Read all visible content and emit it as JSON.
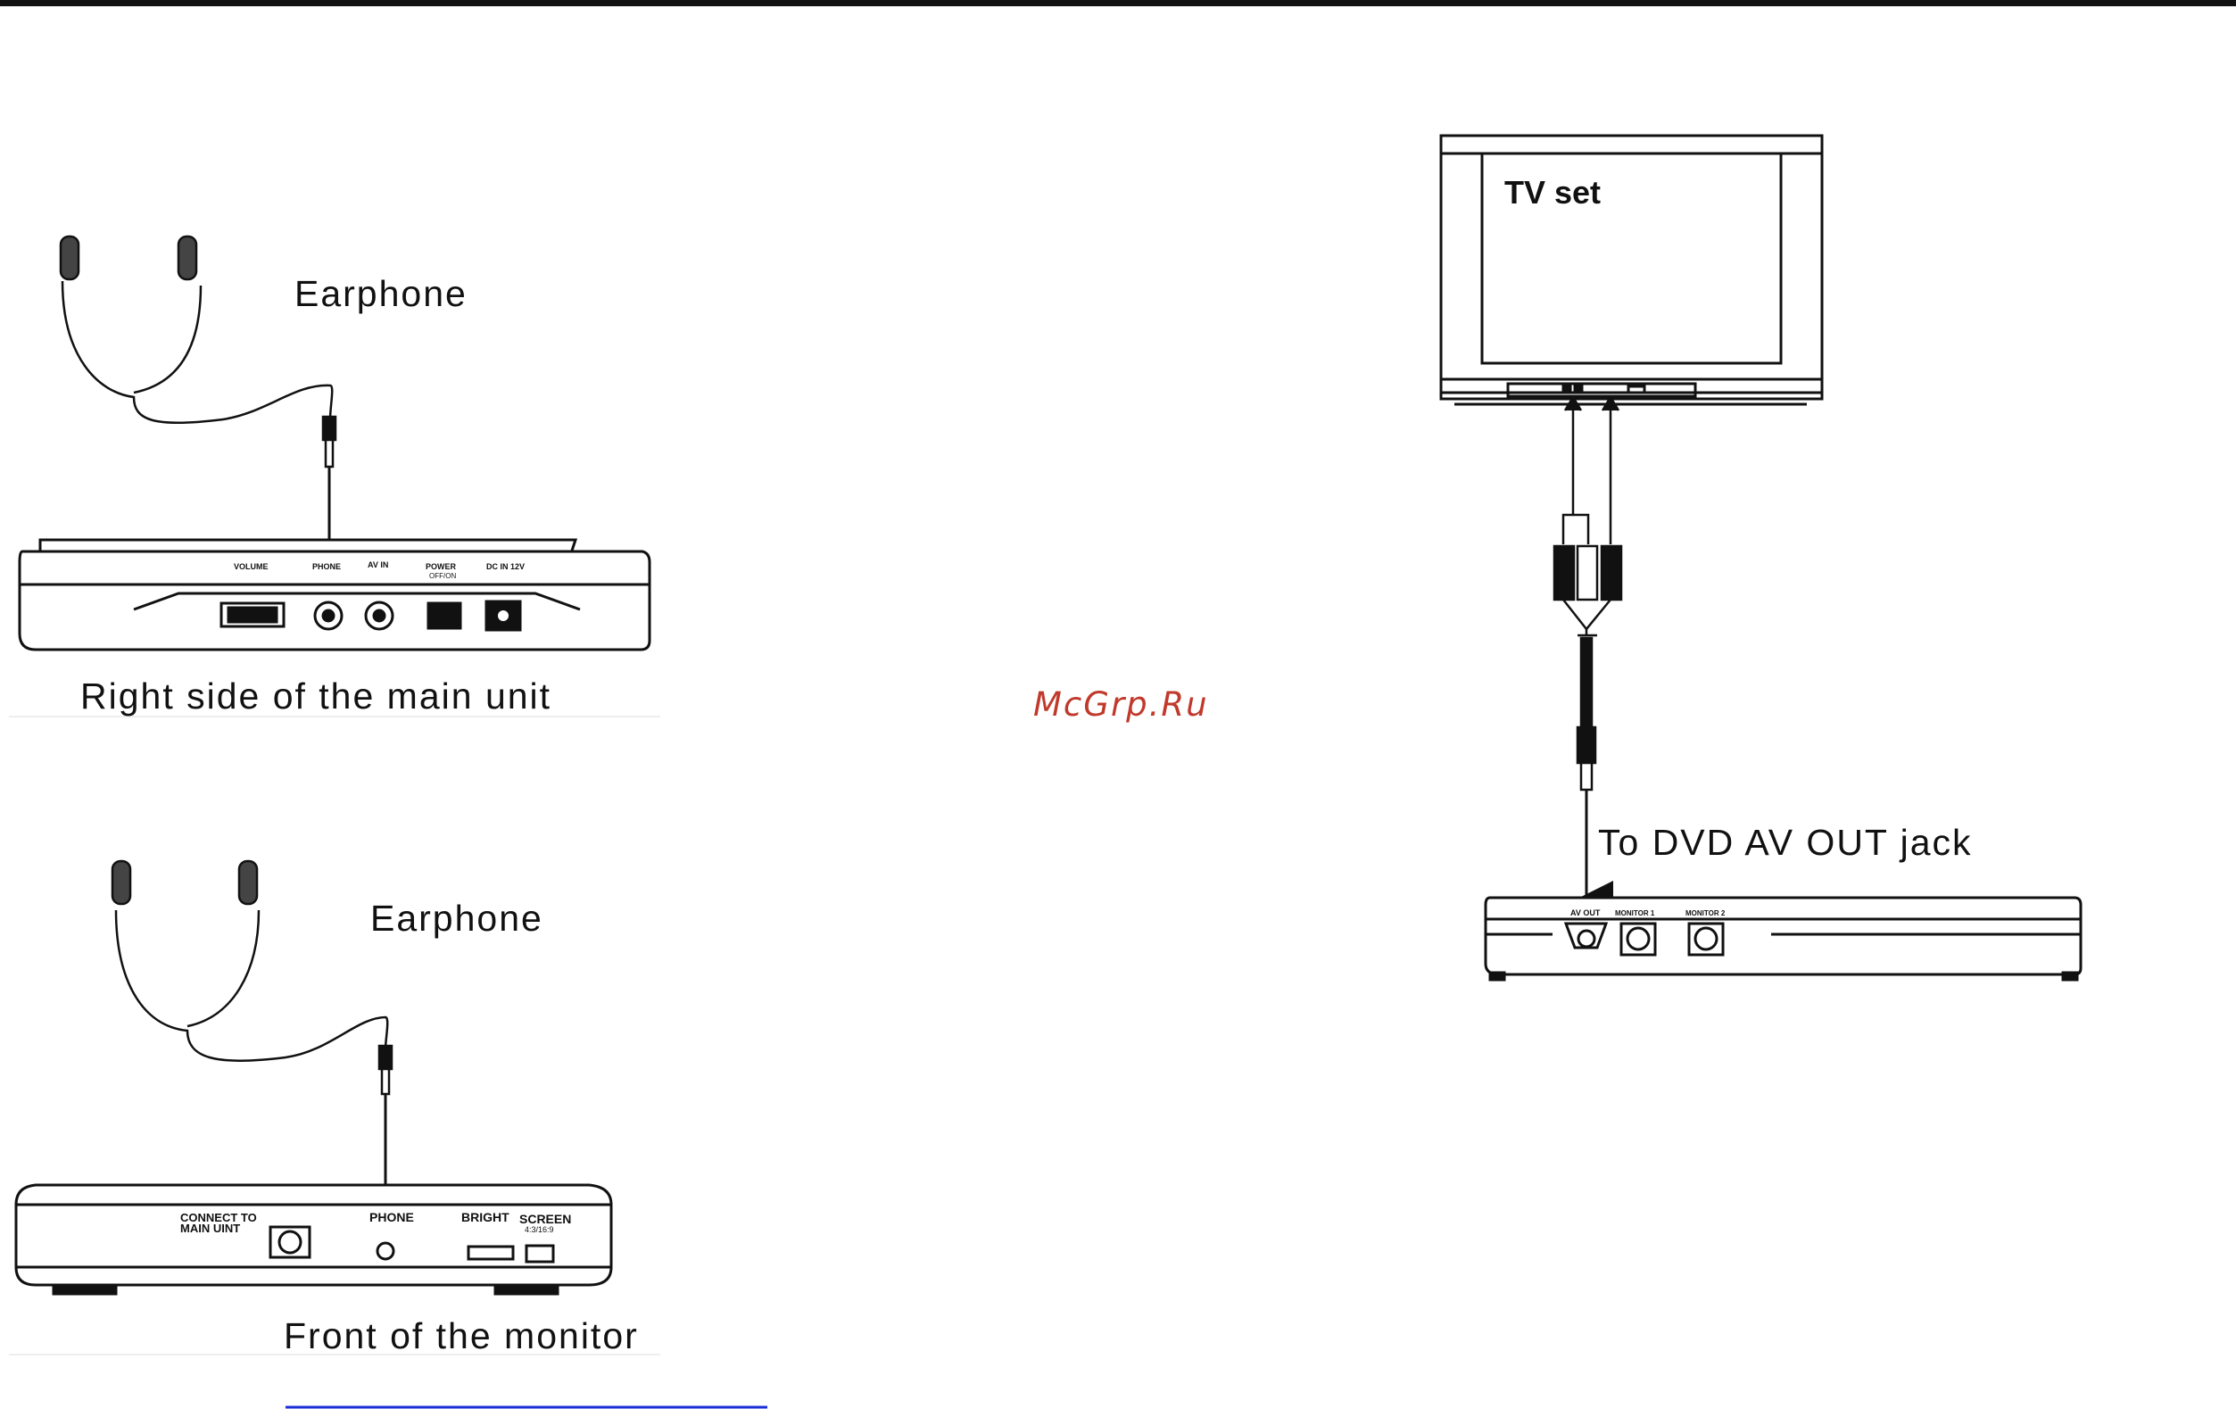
{
  "diagram_left_top": {
    "device_label": "Earphone",
    "caption": "Right side of the main unit",
    "panel_labels": {
      "volume": "VOLUME",
      "phone": "PHONE",
      "av_in": "AV IN",
      "power": "POWER",
      "power_sub": "OFF/ON",
      "dc_in": "DC IN 12V"
    }
  },
  "diagram_left_bottom": {
    "device_label": "Earphone",
    "caption": "Front of the monitor",
    "panel_labels": {
      "connect": "CONNECT TO",
      "connect_sub": "MAIN UINT",
      "phone": "PHONE",
      "bright": "BRIGHT",
      "screen": "SCREEN",
      "screen_sub": "4:3/16:9"
    }
  },
  "diagram_right": {
    "tv_label": "TV set",
    "cable_label": "To DVD AV OUT jack",
    "panel_labels": {
      "av_out": "AV OUT",
      "monitor1": "MONITOR 1",
      "monitor2": "MONITOR 2"
    }
  },
  "watermark": "McGrp.Ru",
  "colors": {
    "ink": "#111111",
    "watermark": "#c0392b",
    "link_line": "#1a2fd6"
  }
}
